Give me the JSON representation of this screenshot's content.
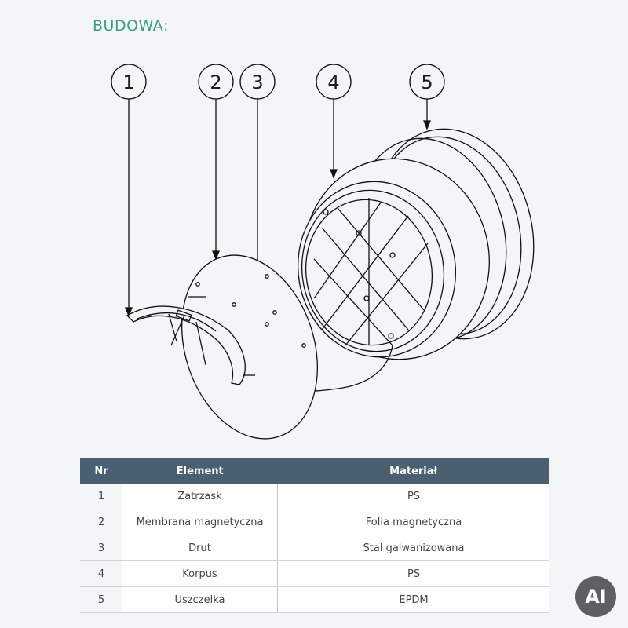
{
  "title": "BUDOWA:",
  "callouts": [
    "1",
    "2",
    "3",
    "4",
    "5"
  ],
  "table": {
    "headers": {
      "nr": "Nr",
      "element": "Element",
      "material": "Materiał"
    },
    "rows": [
      {
        "nr": "1",
        "element": "Zatrzask",
        "material": "PS"
      },
      {
        "nr": "2",
        "element": "Membrana magnetyczna",
        "material": "Folia magnetyczna"
      },
      {
        "nr": "3",
        "element": "Drut",
        "material": "Stal galwanizowana"
      },
      {
        "nr": "4",
        "element": "Korpus",
        "material": "PS"
      },
      {
        "nr": "5",
        "element": "Uszczelka",
        "material": "EPDM"
      }
    ]
  },
  "badge": "AI",
  "colors": {
    "title": "#3a9a8c",
    "header_bg": "#4a5f6f",
    "badge_bg": "#5c5f63"
  }
}
